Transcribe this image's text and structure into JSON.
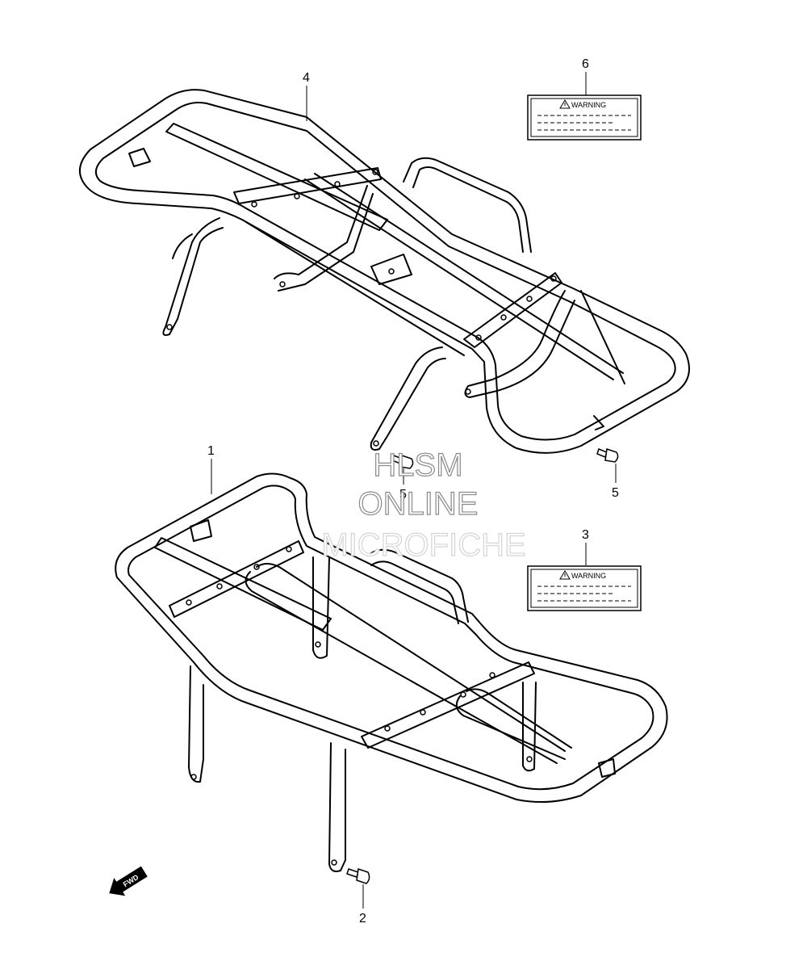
{
  "callouts": {
    "part_1": "1",
    "part_2": "2",
    "part_3": "3",
    "part_4": "4",
    "part_5_upper": "5",
    "part_5_lower": "5",
    "part_6": "6"
  },
  "labels": {
    "label_3_text": "WARNING",
    "label_6_text": "WARNING"
  },
  "watermark": {
    "line1": "HLSM",
    "line2": "ONLINE",
    "line3": "MICROFICHE"
  },
  "direction_arrow": {
    "text": "FWD",
    "icon": "forward-arrow-icon"
  },
  "colors": {
    "line": "#000000",
    "background": "#ffffff",
    "watermark_outline": "#8a8a8a"
  }
}
